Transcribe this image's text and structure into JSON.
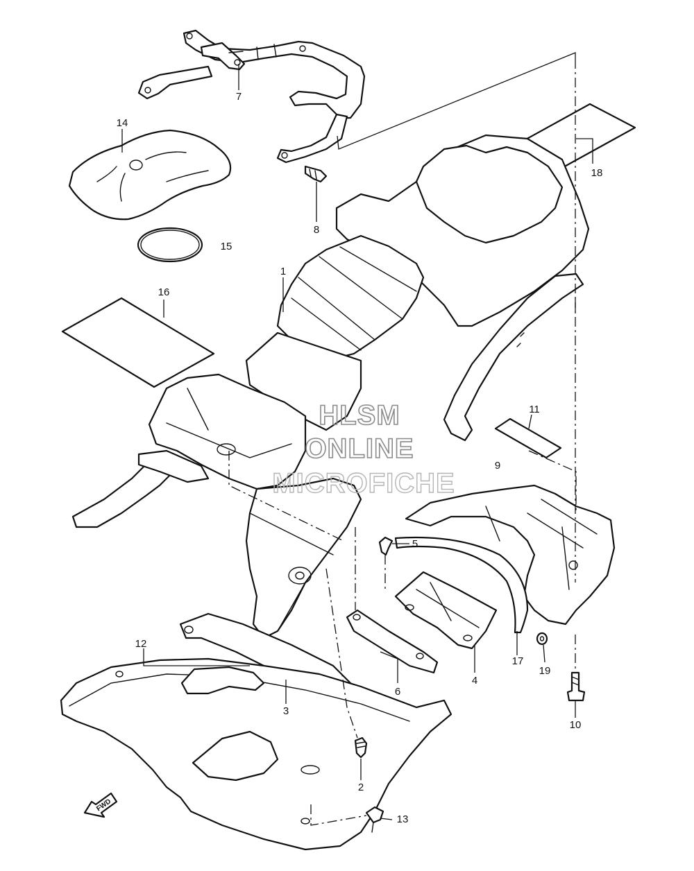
{
  "callouts": {
    "c1": "1",
    "c2": "2",
    "c3": "3",
    "c4": "4",
    "c5": "5",
    "c6": "6",
    "c7": "7",
    "c8": "8",
    "c9": "9",
    "c10": "10",
    "c11": "11",
    "c12": "12",
    "c13": "13",
    "c14": "14",
    "c15": "15",
    "c16": "16",
    "c17": "17",
    "c18": "18",
    "c19": "19"
  },
  "watermark": {
    "line1": "HLSM",
    "line2": "ONLINE",
    "line3": "MICROFICHE"
  },
  "fwd_label": "FWD",
  "colors": {
    "line": "#111111",
    "background": "#ffffff",
    "watermark": "#9a9a9a"
  }
}
